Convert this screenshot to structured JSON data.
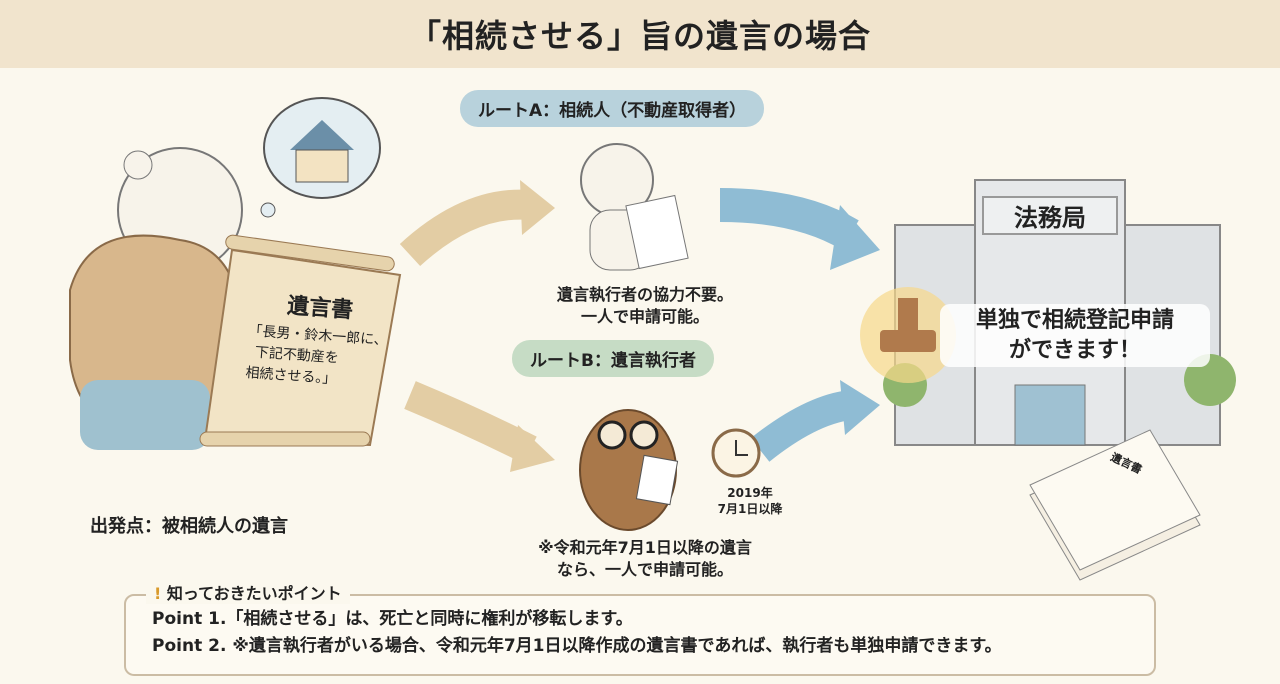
{
  "title": "「相続させる」旨の遺言の場合",
  "route_a": {
    "label": "ルートA：相続人（不動産取得者）",
    "caption": [
      "遺言執行者の協力不要。",
      "一人で申請可能。"
    ]
  },
  "route_b": {
    "label": "ルートB：遺言執行者",
    "caption": [
      "※令和元年7月1日以降の遺言",
      "なら、一人で申請可能。"
    ],
    "clock_label": [
      "2019年",
      "7月1日以降"
    ]
  },
  "will": {
    "heading": "遺言書",
    "text": [
      "「長男・鈴木一郎に、",
      "下記不動産を",
      "相続させる。」"
    ]
  },
  "start_label": "出発点：被相続人の遺言",
  "office": {
    "sign": "法務局",
    "result": [
      "単独で相続登記申請",
      "ができます！"
    ],
    "doc_label": "遺言書"
  },
  "points": {
    "heading": "知っておきたいポイント",
    "items": [
      "Point 1.「相続させる」は、死亡と同時に権利が移転します。",
      "Point 2. ※遺言執行者がいる場合、令和元年7月1日以降作成の遺言書であれば、執行者も単独申請できます。"
    ]
  },
  "colors": {
    "title_band": "#f1e4cd",
    "route_a": "#b8d2dc",
    "route_b": "#c6dcc5",
    "arrow_tan": "#e3cda4",
    "arrow_blue": "#8fbcd4"
  }
}
